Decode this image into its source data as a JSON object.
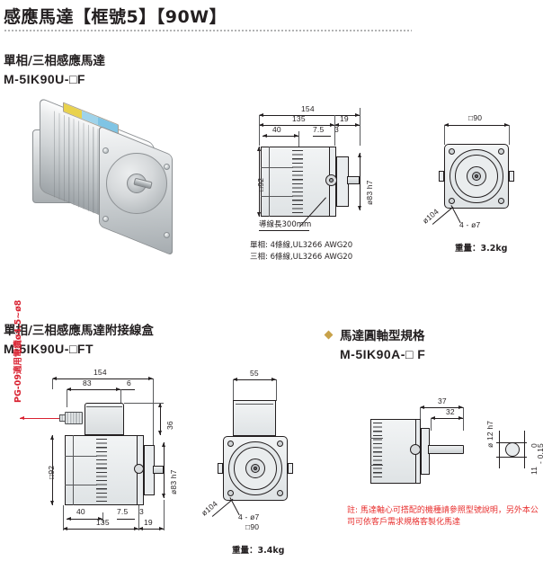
{
  "header": {
    "title": "感應馬達【框號5】【90W】"
  },
  "sections": {
    "top": {
      "heading": "單相/三相感應馬達",
      "model": "M-5IK90U-□F",
      "side_view": {
        "dims": {
          "overall_len": "154",
          "body_len": "135",
          "flange_len": "19",
          "front_seg": "40",
          "seg_7_5": "7.5",
          "seg_3": "3",
          "body_size": "□92",
          "pilot_dia": "ø83 h7"
        },
        "lead_note": "導線長300mm",
        "wire_specs": [
          "單相: 4條線,UL3266 AWG20",
          "三相: 6條線,UL3266 AWG20"
        ]
      },
      "front_view": {
        "frame_size": "□90",
        "bolt_circle": "ø104",
        "holes": "4 - ø7",
        "weight": "重量：3.2kg"
      }
    },
    "bottom_left": {
      "heading": "單相/三相感應馬達附接線盒",
      "model": "M-5IK90U-□FT",
      "pg_note": "PG-09適用電纜ø4.5~ø8",
      "side_view": {
        "dims": {
          "overall_len": "154",
          "box_len": "83",
          "box_offset": "6",
          "box_height": "36",
          "body_size": "□92",
          "pilot_dia": "ø83 h7",
          "front_seg": "40",
          "seg_7_5": "7.5",
          "seg_3": "3",
          "body_len": "135",
          "flange_len": "19"
        }
      },
      "front_view": {
        "box_width": "55",
        "bolt_circle": "ø104",
        "holes": "4 - ø7",
        "frame_size": "□90",
        "weight": "重量：3.4kg"
      }
    },
    "bottom_right": {
      "heading": "馬達圓軸型規格",
      "model": "M-5IK90A-□ F",
      "shaft_view": {
        "dims": {
          "shaft_total": "37",
          "shaft_len": "32",
          "shaft_dia": "ø 12 h7",
          "flat_tol_top": "0",
          "flat_tol_bottom": "- 0.15",
          "flat_dim": "11"
        }
      },
      "note": "註: 馬達軸心可搭配的機種請參照型號說明，另外本公司可依客戶需求規格客製化馬達"
    }
  },
  "colors": {
    "ink": "#231f20",
    "red": "#e8302f",
    "bullet_gold": "#c8a24a"
  }
}
